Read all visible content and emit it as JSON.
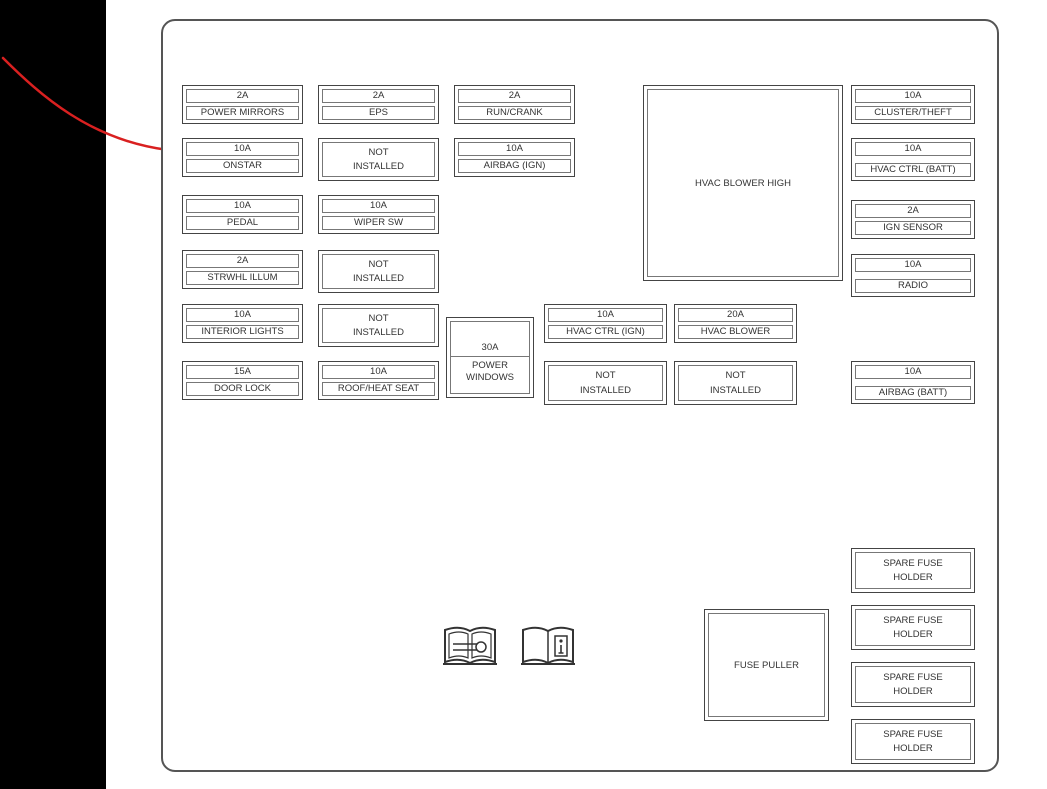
{
  "annotation": {
    "arrow_color": "#d92020",
    "target": "ONSTAR"
  },
  "fuses": {
    "power_mirrors": {
      "amp": "2A",
      "label": "POWER MIRRORS"
    },
    "eps": {
      "amp": "2A",
      "label": "EPS"
    },
    "run_crank": {
      "amp": "2A",
      "label": "RUN/CRANK"
    },
    "onstar": {
      "amp": "10A",
      "label": "ONSTAR"
    },
    "airbag_ign": {
      "amp": "10A",
      "label": "AIRBAG (IGN)"
    },
    "pedal": {
      "amp": "10A",
      "label": "PEDAL"
    },
    "wiper_sw": {
      "amp": "10A",
      "label": "WIPER SW"
    },
    "strwhl_illum": {
      "amp": "2A",
      "label": "STRWHL ILLUM"
    },
    "interior_lights": {
      "amp": "10A",
      "label": "INTERIOR LIGHTS"
    },
    "door_lock": {
      "amp": "15A",
      "label": "DOOR LOCK"
    },
    "roof_heat_seat": {
      "amp": "10A",
      "label": "ROOF/HEAT SEAT"
    },
    "hvac_ctrl_ign": {
      "amp": "10A",
      "label": "HVAC CTRL (IGN)"
    },
    "hvac_blower": {
      "amp": "20A",
      "label": "HVAC BLOWER"
    },
    "cluster_theft": {
      "amp": "10A",
      "label": "CLUSTER/THEFT"
    },
    "hvac_ctrl_batt": {
      "amp": "10A",
      "label": "HVAC CTRL (BATT)"
    },
    "ign_sensor": {
      "amp": "2A",
      "label": "IGN SENSOR"
    },
    "radio": {
      "amp": "10A",
      "label": "RADIO"
    },
    "airbag_batt": {
      "amp": "10A",
      "label": "AIRBAG (BATT)"
    }
  },
  "not_installed": {
    "line1": "NOT",
    "line2": "INSTALLED"
  },
  "power_windows": {
    "amp": "30A",
    "line1": "POWER",
    "line2": "WINDOWS"
  },
  "hvac_blower_high": "HVAC BLOWER HIGH",
  "fuse_puller": "FUSE PULLER",
  "spare": {
    "line1": "SPARE FUSE",
    "line2": "HOLDER"
  },
  "icons": [
    "service-manual-icon",
    "owner-manual-info-icon"
  ]
}
